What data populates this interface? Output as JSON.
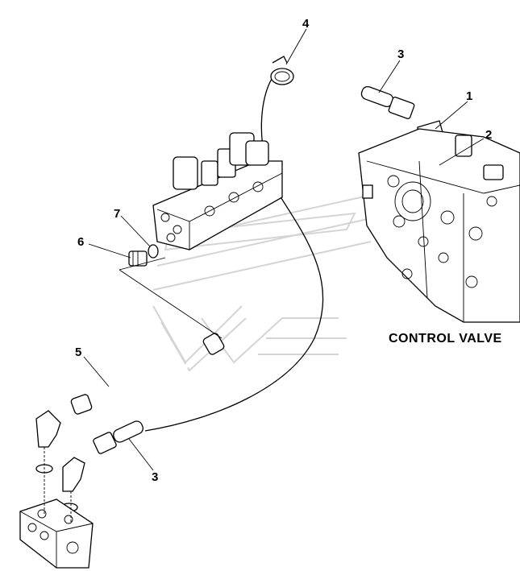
{
  "diagram": {
    "caption": "CONTROL VALVE",
    "callouts": {
      "c1": "1",
      "c2": "2",
      "c3_top": "3",
      "c3_bottom": "3",
      "c4": "4",
      "c5": "5",
      "c6": "6",
      "c7": "7"
    }
  }
}
